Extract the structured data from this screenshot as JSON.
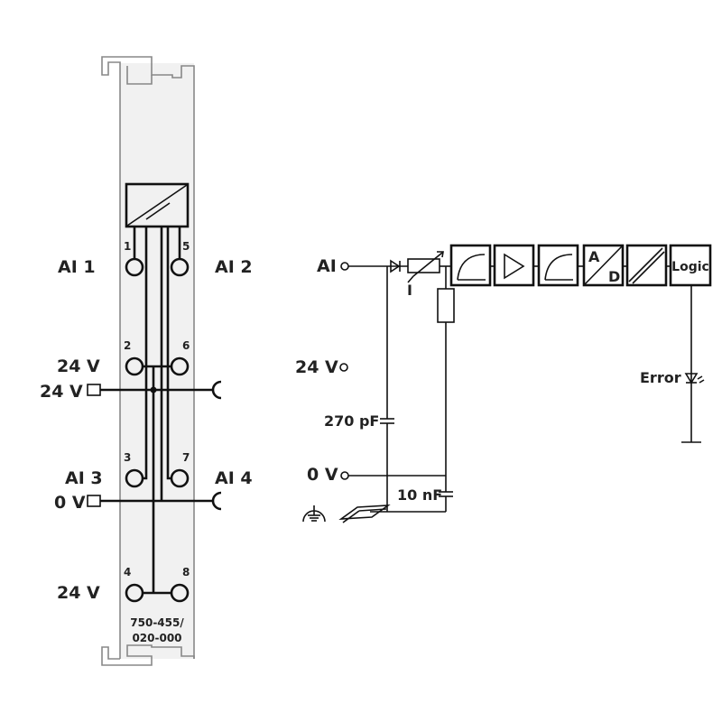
{
  "module": {
    "part_number_line1": "750-455/",
    "part_number_line2": "020-000",
    "terminals": [
      "1",
      "5",
      "2",
      "6",
      "3",
      "7",
      "4",
      "8"
    ],
    "labels": {
      "ai1": "AI 1",
      "ai2": "AI 2",
      "v24_top": "24 V",
      "v24_bus": "24 V",
      "ai3": "AI 3",
      "ai4": "AI 4",
      "v0_bus": "0 V",
      "v24_bottom": "24 V"
    }
  },
  "circuit": {
    "ai_label": "AI",
    "v24_label": "24 V",
    "v0_label": "0 V",
    "current_label": "I",
    "cap1_label": "270 pF",
    "cap2_label": "10 nF",
    "logic_label": "Logic",
    "adc_a": "A",
    "adc_d": "D",
    "error_label": "Error"
  }
}
